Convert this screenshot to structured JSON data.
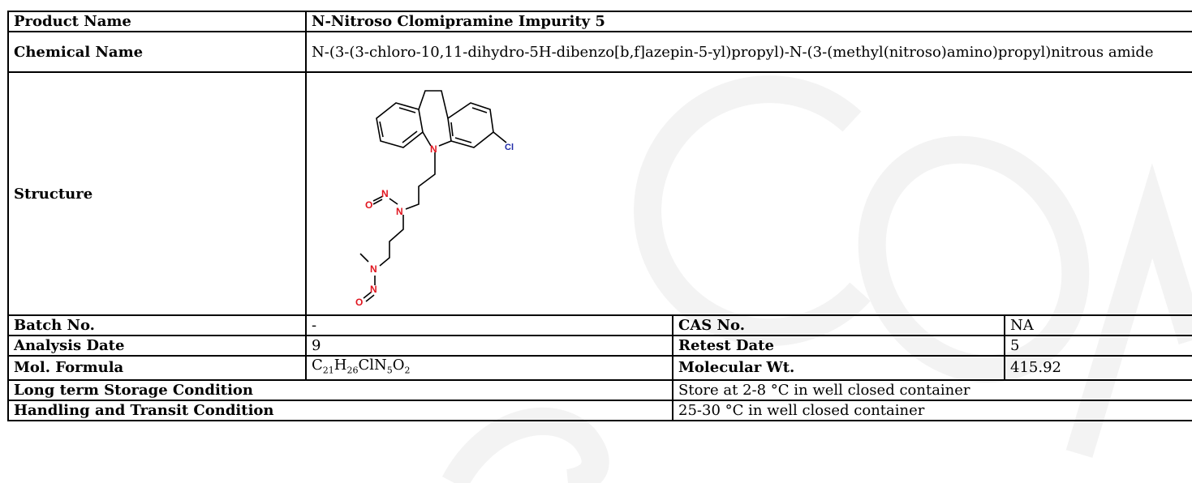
{
  "product": {
    "name_label": "Product Name",
    "name_value": "N-Nitroso Clomipramine Impurity 5",
    "chem_label": "Chemical Name",
    "chem_value": "N-(3-(3-chloro-10,11-dihydro-5H-dibenzo[b,f]azepin-5-yl)propyl)-N-(3-(methyl(nitroso)amino)propyl)nitrous amide",
    "structure_label": "Structure"
  },
  "structure": {
    "atoms": {
      "n": "N",
      "o": "O",
      "cl": "Cl"
    },
    "colors": {
      "bond": "#000000",
      "nitro": "#e0141e",
      "chloro": "#1e2aa8"
    }
  },
  "details": {
    "batch_label": "Batch No.",
    "batch_value": "-",
    "cas_label": "CAS No.",
    "cas_value": "NA",
    "analysis_label": "Analysis Date",
    "analysis_value": "9",
    "retest_label": "Retest Date",
    "retest_value": "5",
    "formula_label": "Mol. Formula",
    "formula": {
      "c": "C",
      "c_n": "21",
      "h": "H",
      "h_n": "26",
      "cln": "ClN",
      "n_n": "5",
      "o": "O",
      "o_n": "2"
    },
    "mw_label": "Molecular Wt.",
    "mw_value": "415.92",
    "storage_label": "Long term Storage Condition",
    "storage_value": "Store at 2-8 °C in well closed container",
    "handling_label": "Handling and Transit Condition",
    "handling_value": "25-30 °C in well closed container"
  },
  "watermark": {
    "color": "#f2f2f2"
  }
}
